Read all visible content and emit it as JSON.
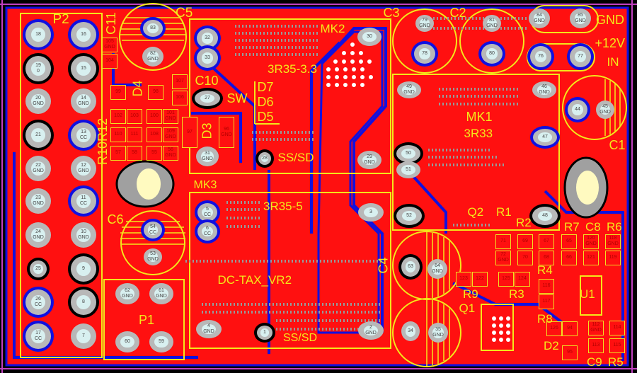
{
  "board": {
    "colors": {
      "copper_top": "#ff1010",
      "copper_bottom": "#1010e0",
      "silkscreen": "#f4e81a",
      "pad": "#b8b8b8",
      "outline": "#c040c0"
    },
    "pads": [
      {
        "num": "18",
        "net": ""
      },
      {
        "num": "16",
        "net": ""
      },
      {
        "num": "19",
        "net": "0"
      },
      {
        "num": "15",
        "net": ""
      },
      {
        "num": "20",
        "net": "GND"
      },
      {
        "num": "14",
        "net": "GND"
      },
      {
        "num": "21",
        "net": ""
      },
      {
        "num": "13",
        "net": "CC"
      },
      {
        "num": "22",
        "net": "GND"
      },
      {
        "num": "12",
        "net": "GND"
      },
      {
        "num": "23",
        "net": "GND"
      },
      {
        "num": "11",
        "net": "CC"
      },
      {
        "num": "24",
        "net": "GND"
      },
      {
        "num": "10",
        "net": "GND"
      },
      {
        "num": "25",
        "net": ""
      },
      {
        "num": "9",
        "net": ""
      },
      {
        "num": "26",
        "net": "CC"
      },
      {
        "num": "8",
        "net": ""
      },
      {
        "num": "17",
        "net": "CC"
      },
      {
        "num": "7",
        "net": ""
      },
      {
        "num": "83",
        "net": ""
      },
      {
        "num": "82",
        "net": "GND"
      },
      {
        "num": "32",
        "net": ""
      },
      {
        "num": "33",
        "net": ""
      },
      {
        "num": "27",
        "net": ""
      },
      {
        "num": "31",
        "net": "GND"
      },
      {
        "num": "28",
        "net": ""
      },
      {
        "num": "30",
        "net": ""
      },
      {
        "num": "29",
        "net": "GND"
      },
      {
        "num": "79",
        "net": "GND"
      },
      {
        "num": "78",
        "net": ""
      },
      {
        "num": "81",
        "net": "GND"
      },
      {
        "num": "80",
        "net": ""
      },
      {
        "num": "84",
        "net": "GND"
      },
      {
        "num": "85",
        "net": "GND"
      },
      {
        "num": "76",
        "net": ""
      },
      {
        "num": "77",
        "net": ""
      },
      {
        "num": "49",
        "net": "GND"
      },
      {
        "num": "46",
        "net": "GND"
      },
      {
        "num": "47",
        "net": ""
      },
      {
        "num": "50",
        "net": ""
      },
      {
        "num": "51",
        "net": ""
      },
      {
        "num": "52",
        "net": ""
      },
      {
        "num": "48",
        "net": ""
      },
      {
        "num": "3",
        "net": ""
      },
      {
        "num": "44",
        "net": ""
      },
      {
        "num": "45",
        "net": "GND"
      },
      {
        "num": "5",
        "net": "CC"
      },
      {
        "num": "6",
        "net": "CC"
      },
      {
        "num": "4",
        "net": "GND"
      },
      {
        "num": "1",
        "net": ""
      },
      {
        "num": "2",
        "net": "GND"
      },
      {
        "num": "54",
        "net": "CC"
      },
      {
        "num": "53",
        "net": "GND"
      },
      {
        "num": "62",
        "net": "GND"
      },
      {
        "num": "61",
        "net": "GND"
      },
      {
        "num": "60",
        "net": ""
      },
      {
        "num": "59",
        "net": ""
      },
      {
        "num": "63",
        "net": ""
      },
      {
        "num": "64",
        "net": "GND"
      },
      {
        "num": "34",
        "net": ""
      },
      {
        "num": "35",
        "net": "GND"
      }
    ],
    "smd_pads": [
      {
        "num": "105",
        "net": "GND"
      },
      {
        "num": "104",
        "net": ""
      },
      {
        "num": "99",
        "net": ""
      },
      {
        "num": "98",
        "net": ""
      },
      {
        "num": "107",
        "net": ""
      },
      {
        "num": "106",
        "net": ""
      },
      {
        "num": "102",
        "net": ""
      },
      {
        "num": "103",
        "net": ""
      },
      {
        "num": "100",
        "net": ""
      },
      {
        "num": "101",
        "net": "GND"
      },
      {
        "num": "110",
        "net": ""
      },
      {
        "num": "111",
        "net": ""
      },
      {
        "num": "108",
        "net": ""
      },
      {
        "num": "109",
        "net": "GND"
      },
      {
        "num": "57",
        "net": ""
      },
      {
        "num": "58",
        "net": ""
      },
      {
        "num": "55",
        "net": ""
      },
      {
        "num": "56",
        "net": "GND"
      },
      {
        "num": "97",
        "net": ""
      },
      {
        "num": "96",
        "net": "GND"
      },
      {
        "num": "71",
        "net": ""
      },
      {
        "num": "69",
        "net": ""
      },
      {
        "num": "67",
        "net": ""
      },
      {
        "num": "65",
        "net": ""
      },
      {
        "num": "120",
        "net": "GND"
      },
      {
        "num": "118",
        "net": "GND"
      },
      {
        "num": "72",
        "net": "GND"
      },
      {
        "num": "70",
        "net": ""
      },
      {
        "num": "68",
        "net": ""
      },
      {
        "num": "66",
        "net": ""
      },
      {
        "num": "121",
        "net": ""
      },
      {
        "num": "119",
        "net": ""
      },
      {
        "num": "123",
        "net": ""
      },
      {
        "num": "122",
        "net": ""
      },
      {
        "num": "125",
        "net": ""
      },
      {
        "num": "124",
        "net": ""
      },
      {
        "num": "116",
        "net": ""
      },
      {
        "num": "117",
        "net": ""
      },
      {
        "num": "126",
        "net": ""
      },
      {
        "num": "94",
        "net": ""
      },
      {
        "num": "95",
        "net": ""
      },
      {
        "num": "112",
        "net": "GND"
      },
      {
        "num": "114",
        "net": ""
      },
      {
        "num": "113",
        "net": ""
      },
      {
        "num": "115",
        "net": ""
      }
    ],
    "labels": [
      "P2",
      "C11",
      "C5",
      "D4",
      "R10R12",
      "C10",
      "SW",
      "D7",
      "D6",
      "D5",
      "D3",
      "SS/SD",
      "3R35-3.3",
      "MK2",
      "C3",
      "C2",
      "GND",
      "+12V",
      "IN",
      "MK1",
      "3R33",
      "C1",
      "MK3",
      "3R35-5",
      "C6",
      "DC-TAX_VR2",
      "P1",
      "C4",
      "Q2",
      "R1",
      "R2",
      "R7",
      "C8",
      "R6",
      "R4",
      "R9",
      "R3",
      "Q1",
      "R8",
      "U1",
      "D2",
      "C9",
      "R5",
      "SS/SD"
    ]
  }
}
